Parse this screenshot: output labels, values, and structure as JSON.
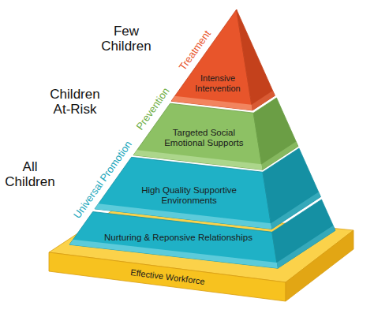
{
  "diagram": {
    "nodes": [
      {
        "text": [
          "Intensive Intervention"
        ]
      },
      {
        "text": [
          "Targeted Social Emotional Supports"
        ]
      },
      {
        "text": [
          "High Quality Supportive Environments"
        ]
      },
      {
        "text": [
          "Nurturing & Reponsive Relationships"
        ]
      },
      {
        "text": [
          "Effective Workforce"
        ]
      }
    ],
    "labels": [
      "Few Children",
      "Treatment",
      "Children At-Risk",
      "Prevention",
      "All Children",
      "Universal Promotion"
    ]
  }
}
